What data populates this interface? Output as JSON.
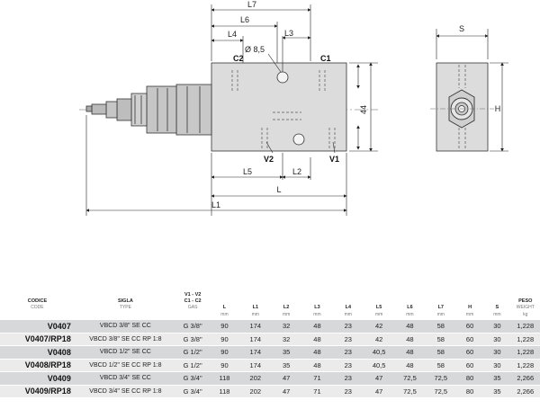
{
  "drawing": {
    "front_labels": {
      "L7": "L7",
      "L6": "L6",
      "L4": "L4",
      "L3": "L3",
      "diameter": "Ø 8,5",
      "C2": "C2",
      "C1": "C1",
      "V2": "V2",
      "V1": "V1",
      "height_44": "44",
      "L5": "L5",
      "L2": "L2",
      "L": "L",
      "L1": "L1"
    },
    "side_labels": {
      "S": "S",
      "H": "H"
    }
  },
  "table": {
    "headers": [
      {
        "top": "CODICE",
        "sub": "CODE"
      },
      {
        "top": "SIGLA",
        "sub": "TYPE"
      },
      {
        "top": "V1 - V2\nC1 - C2",
        "sub": "GAS"
      },
      {
        "top": "L",
        "sub": ""
      },
      {
        "top": "L1",
        "sub": ""
      },
      {
        "top": "L2",
        "sub": ""
      },
      {
        "top": "L3",
        "sub": ""
      },
      {
        "top": "L4",
        "sub": ""
      },
      {
        "top": "L5",
        "sub": ""
      },
      {
        "top": "L6",
        "sub": ""
      },
      {
        "top": "L7",
        "sub": ""
      },
      {
        "top": "H",
        "sub": ""
      },
      {
        "top": "S",
        "sub": ""
      },
      {
        "top": "PESO",
        "sub": "WEIGHT"
      }
    ],
    "units": [
      "",
      "",
      "",
      "mm",
      "mm",
      "mm",
      "mm",
      "mm",
      "mm",
      "mm",
      "mm",
      "mm",
      "mm",
      "kg"
    ],
    "rows": [
      [
        "V0407",
        "VBCD 3/8\" SE CC",
        "G 3/8\"",
        "90",
        "174",
        "32",
        "48",
        "23",
        "42",
        "48",
        "58",
        "60",
        "30",
        "1,228"
      ],
      [
        "V0407/RP18",
        "VBCD 3/8\" SE CC RP 1:8",
        "G 3/8\"",
        "90",
        "174",
        "32",
        "48",
        "23",
        "42",
        "48",
        "58",
        "60",
        "30",
        "1,228"
      ],
      [
        "V0408",
        "VBCD 1/2\" SE CC",
        "G 1/2\"",
        "90",
        "174",
        "35",
        "48",
        "23",
        "40,5",
        "48",
        "58",
        "60",
        "30",
        "1,228"
      ],
      [
        "V0408/RP18",
        "VBCD 1/2\" SE CC RP 1:8",
        "G 1/2\"",
        "90",
        "174",
        "35",
        "48",
        "23",
        "40,5",
        "48",
        "58",
        "60",
        "30",
        "1,228"
      ],
      [
        "V0409",
        "VBCD 3/4\" SE CC",
        "G 3/4\"",
        "118",
        "202",
        "47",
        "71",
        "23",
        "47",
        "72,5",
        "72,5",
        "80",
        "35",
        "2,266"
      ],
      [
        "V0409/RP18",
        "VBCD 3/4\" SE CC RP 1:8",
        "G 3/4\"",
        "118",
        "202",
        "47",
        "71",
        "23",
        "47",
        "72,5",
        "72,5",
        "80",
        "35",
        "2,266"
      ]
    ]
  }
}
